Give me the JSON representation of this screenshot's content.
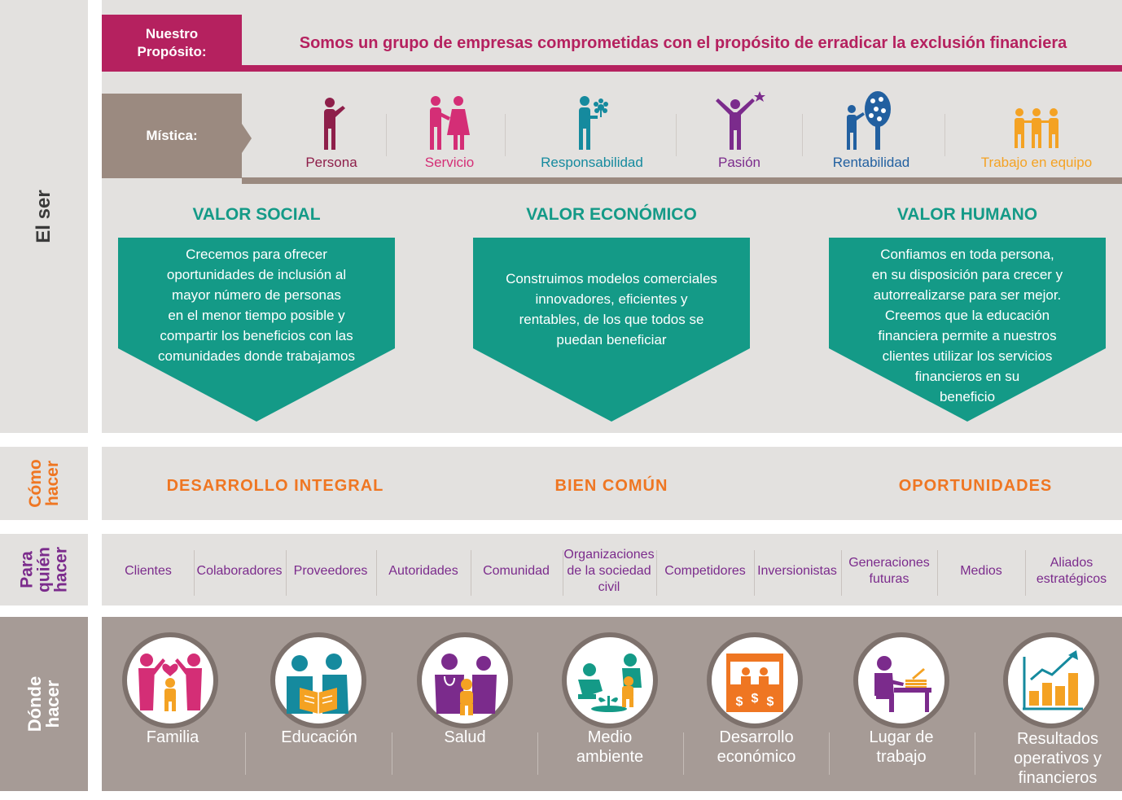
{
  "side_labels": {
    "el_ser": "El ser",
    "como_hacer": [
      "Cómo",
      "hacer"
    ],
    "para_quien_hacer": [
      "Para",
      "quién",
      "hacer"
    ],
    "donde_hacer": [
      "Dónde",
      "hacer"
    ]
  },
  "proposito": {
    "label": [
      "Nuestro",
      "Propósito:"
    ],
    "text": "Somos un grupo de empresas comprometidas con el propósito de erradicar la exclusión financiera"
  },
  "mistica": {
    "label": "Mística:",
    "items": [
      {
        "label": "Persona",
        "icon": "person-icon",
        "color": "#8e1f4a"
      },
      {
        "label": "Servicio",
        "icon": "service-icon",
        "color": "#d42e76"
      },
      {
        "label": "Responsabilidad",
        "icon": "responsibility-icon",
        "color": "#158a9e"
      },
      {
        "label": "Pasión",
        "icon": "passion-icon",
        "color": "#7b2b8c"
      },
      {
        "label": "Rentabilidad",
        "icon": "profitability-icon",
        "color": "#2260a0"
      },
      {
        "label": "Trabajo en equipo",
        "icon": "teamwork-icon",
        "color": "#f4a223"
      }
    ]
  },
  "valores": [
    {
      "title": "VALOR SOCIAL",
      "lines": [
        "Crecemos para ofrecer",
        "oportunidades de inclusión al",
        "mayor número de personas",
        "en el menor tiempo posible y",
        "compartir los beneficios con las",
        "comunidades donde trabajamos"
      ]
    },
    {
      "title": "VALOR ECONÓMICO",
      "lines": [
        "Construimos modelos comerciales",
        "innovadores, eficientes y",
        "rentables, de los que todos se",
        "puedan beneficiar"
      ]
    },
    {
      "title": "VALOR HUMANO",
      "lines": [
        "Confiamos en toda persona,",
        "en su disposición para crecer y",
        "autorrealizarse para ser mejor.",
        "Creemos que la educación",
        "financiera permite a nuestros",
        "clientes utilizar los servicios",
        "financieros en su",
        "beneficio"
      ]
    }
  ],
  "como_hacer": [
    "DESARROLLO INTEGRAL",
    "BIEN COMÚN",
    "OPORTUNIDADES"
  ],
  "para_quien": [
    "Clientes",
    "Colaboradores",
    "Proveedores",
    "Autoridades",
    "Comunidad",
    "Organizaciones de la sociedad civil",
    "Competidores",
    "Inversionistas",
    "Generaciones futuras",
    "Medios",
    "Aliados estratégicos"
  ],
  "donde_hacer": [
    {
      "label": "Familia",
      "icon": "family-icon"
    },
    {
      "label": "Educación",
      "icon": "education-icon"
    },
    {
      "label": "Salud",
      "icon": "health-icon"
    },
    {
      "label": "Medio ambiente",
      "icon": "environment-icon"
    },
    {
      "label": "Desarrollo económico",
      "icon": "economic-development-icon"
    },
    {
      "label": "Lugar de trabajo",
      "icon": "workplace-icon"
    },
    {
      "label": "Resultados operativos y financieros",
      "icon": "results-chart-icon"
    }
  ]
}
